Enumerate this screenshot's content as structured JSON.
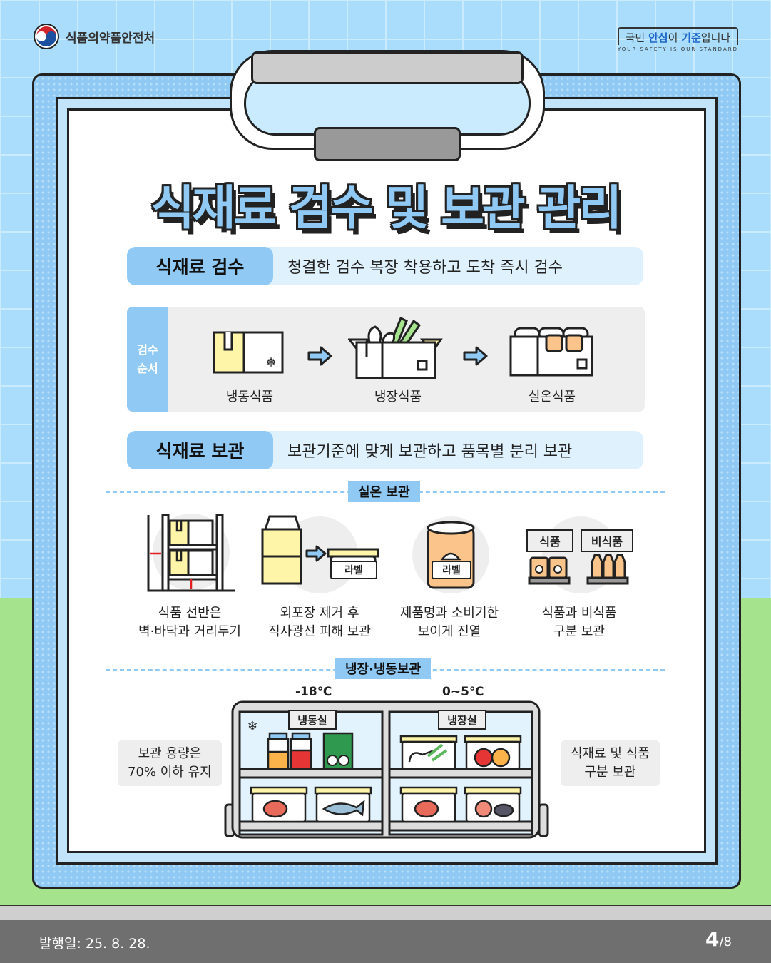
{
  "header": {
    "agency": "식품의약품안전처",
    "slogan_main_pre": "국민 ",
    "slogan_main_b1": "안심",
    "slogan_main_mid": "이 ",
    "slogan_main_b2": "기준",
    "slogan_main_post": "입니다",
    "slogan_sub": "YOUR SAFETY IS OUR STANDARD"
  },
  "title": "식재료 검수 및 보관 관리",
  "inspection": {
    "label": "식재료 검수",
    "text": "청결한 검수 복장 착용하고 도착 즉시 검수",
    "order_label_1": "검수",
    "order_label_2": "순서",
    "steps": [
      "냉동식품",
      "냉장식품",
      "실온식품"
    ]
  },
  "storage": {
    "label": "식재료 보관",
    "text": "보관기준에 맞게 보관하고 품목별 분리 보관"
  },
  "room_temp": {
    "tag": "실온 보관",
    "label_tag": "라벨",
    "food_tag": "식품",
    "nonfood_tag": "비식품",
    "items": [
      {
        "line1": "식품 선반은",
        "line2": "벽·바닥과 거리두기"
      },
      {
        "line1": "외포장 제거 후",
        "line2": "직사광선 피해 보관"
      },
      {
        "line1": "제품명과 소비기한",
        "line2": "보이게 진열"
      },
      {
        "line1": "식품과 비식품",
        "line2": "구분 보관"
      }
    ]
  },
  "cold": {
    "tag": "냉장·냉동보관",
    "freezer_temp": "-18℃",
    "fridge_temp": "0~5℃",
    "freezer_label": "냉동실",
    "fridge_label": "냉장실",
    "left_note_1": "보관 용량은",
    "left_note_2": "70% 이하 유지",
    "right_note_1": "식재료 및 식품",
    "right_note_2": "구분 보관"
  },
  "footer": {
    "pubdate": "발행일: 25. 8. 28.",
    "page_current": "4",
    "page_total": "/8"
  },
  "colors": {
    "accent_blue": "#8fc9f4",
    "light_blue": "#dff1fd",
    "sky": "#a9ddfb",
    "grass": "#a6e38d",
    "box_yellow": "#fff5a8",
    "footer_gray": "#6f6f6f"
  }
}
